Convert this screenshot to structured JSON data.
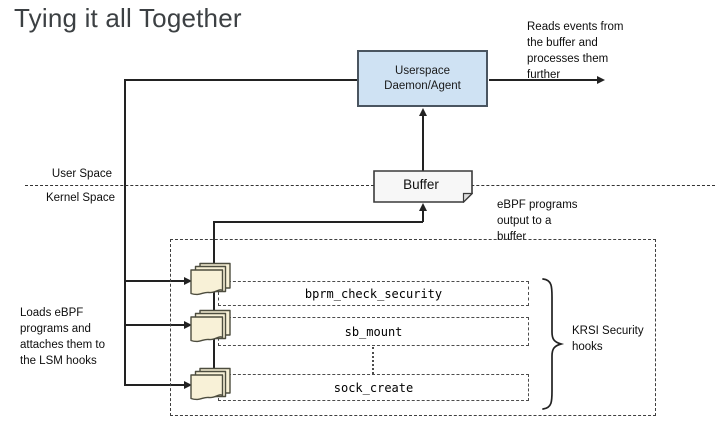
{
  "slide": {
    "title": "Tying it all Together"
  },
  "annotations": {
    "reads_events": "Reads events from\nthe buffer and\nprocesses them\nfurther",
    "user_space": "User Space",
    "kernel_space": "Kernel Space",
    "ebpf_output": "eBPF programs\noutput to a\nbuffer",
    "loads_programs": "Loads eBPF\nprograms and\nattaches them to\nthe LSM hooks",
    "krsi": "KRSI Security\nhooks"
  },
  "nodes": {
    "daemon": {
      "label": "Userspace\nDaemon/Agent",
      "fill": "#cfe2f3",
      "border": "#4a5560"
    },
    "buffer": {
      "label": "Buffer",
      "fill": "#f7f7f7",
      "border": "#3a3a3a"
    }
  },
  "hooks": [
    {
      "label": "bprm_check_security"
    },
    {
      "label": "sb_mount"
    },
    {
      "label": "sock_create"
    }
  ],
  "icons": {
    "ebpf_program": "document-stack-icon"
  },
  "colors": {
    "title": "#3c4043",
    "line": "#222222",
    "icon_fill": "#f8f1d7",
    "icon_border": "#4d4d3f"
  }
}
